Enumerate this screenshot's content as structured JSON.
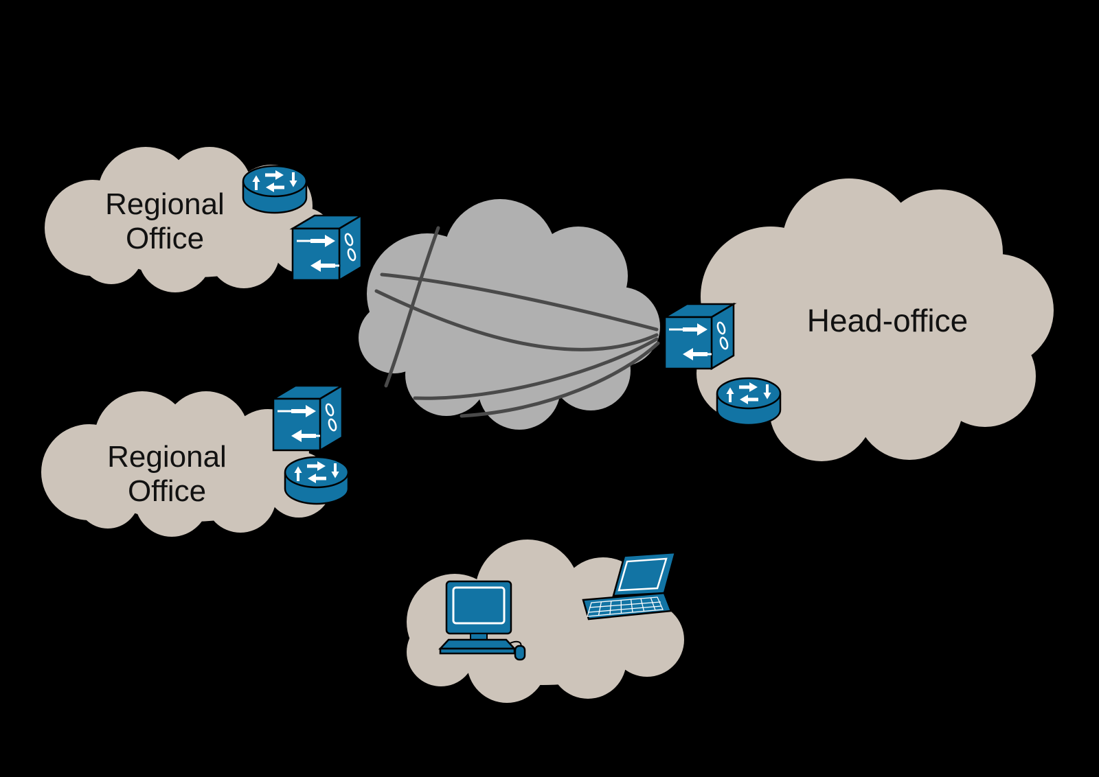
{
  "diagram": {
    "type": "network-topology",
    "colors": {
      "background": "#000000",
      "office_cloud": "#cdc4ba",
      "wan_cloud": "#b0b0b0",
      "wan_link": "#4a4a4a",
      "device": "#1274a4",
      "device_detail": "#ffffff",
      "label_text": "#111111"
    },
    "sites": {
      "regional_office_1": {
        "label_line1": "Regional",
        "label_line2": "Office",
        "devices": [
          "router-icon",
          "vpn-concentrator-icon"
        ]
      },
      "regional_office_2": {
        "label_line1": "Regional",
        "label_line2": "Office",
        "devices": [
          "vpn-concentrator-icon",
          "router-icon"
        ]
      },
      "head_office": {
        "label": "Head-office",
        "devices": [
          "vpn-concentrator-icon",
          "router-icon"
        ]
      },
      "wan": {
        "label": "",
        "link_count": 5
      },
      "client_site": {
        "label": "",
        "devices": [
          "desktop-computer-icon",
          "laptop-icon"
        ]
      }
    }
  }
}
